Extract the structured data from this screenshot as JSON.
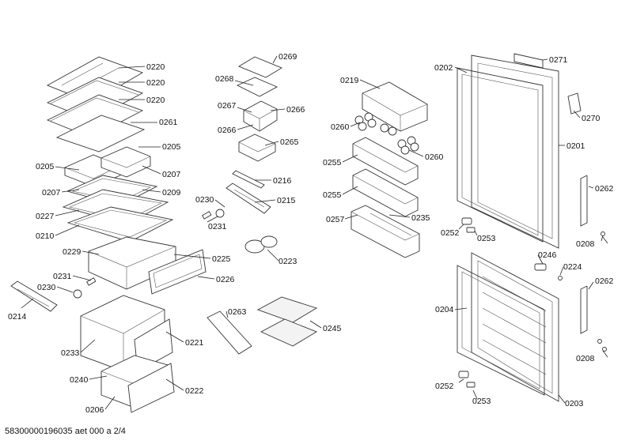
{
  "labels": {
    "l0220a": "0220",
    "l0220b": "0220",
    "l0220c": "0220",
    "l0261": "0261",
    "l0205a": "0205",
    "l0205b": "0205",
    "l0207a": "0207",
    "l0207b": "0207",
    "l0209": "0209",
    "l0227": "0227",
    "l0210": "0210",
    "l0229": "0229",
    "l0225": "0225",
    "l0231a": "0231",
    "l0230a": "0230",
    "l0226": "0226",
    "l0214": "0214",
    "l0233": "0233",
    "l0221": "0221",
    "l0240": "0240",
    "l0222": "0222",
    "l0206": "0206",
    "l0269": "0269",
    "l0268": "0268",
    "l0267": "0267",
    "l0266a": "0266",
    "l0266b": "0266",
    "l0265": "0265",
    "l0216": "0216",
    "l0230b": "0230",
    "l0215": "0215",
    "l0231b": "0231",
    "l0223": "0223",
    "l0263": "0263",
    "l0245": "0245",
    "l0219": "0219",
    "l0260a": "0260",
    "l0260b": "0260",
    "l0255a": "0255",
    "l0255b": "0255",
    "l0257": "0257",
    "l0235": "0235",
    "l0202": "0202",
    "l0271": "0271",
    "l0270": "0270",
    "l0201": "0201",
    "l0262a": "0262",
    "l0252a": "0252",
    "l0253a": "0253",
    "l0208a": "0208",
    "l0246": "0246",
    "l0224": "0224",
    "l0262b": "0262",
    "l0204": "0204",
    "l0208b": "0208",
    "l0252b": "0252",
    "l0253b": "0253",
    "l0203": "0203"
  },
  "footer": "58300000196035 aet 000 a 2/4"
}
